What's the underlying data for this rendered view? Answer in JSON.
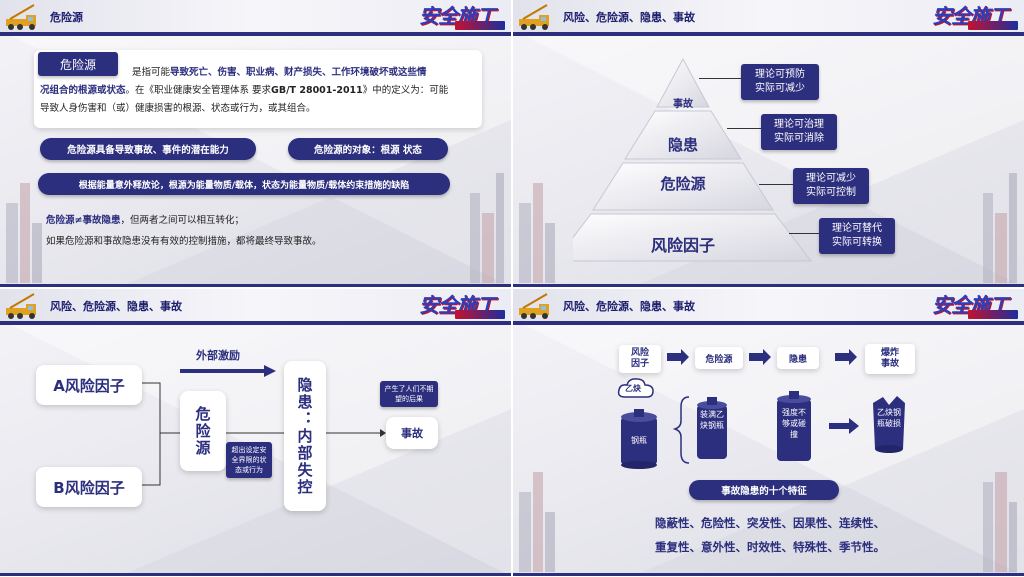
{
  "brand": {
    "logo_text": "安全施工"
  },
  "slide1": {
    "header_title": "危险源",
    "term_badge": "危险源",
    "definition_line1_pre": "是指可能",
    "definition_line1_bold": "导致死亡、伤害、职业病、财产损失、工作环境破坏或这些情",
    "definition_line2_bold": "况组合的根源或状态",
    "definition_line2_rest": "。在《职业健康安全管理体系 要求",
    "definition_standard": "GB/T 28001-2011",
    "definition_line2_end": "》中的定义为：可能",
    "definition_line3": "导致人身伤害和（或）健康损害的根源、状态或行为，或其组合。",
    "pill_left": "危险源具备导致事故、事件的潜在能力",
    "pill_right": "危险源的对象：根源  状态",
    "pill_wide": "根据能量意外释放论，根源为能量物质/载体，状态为能量物质/载体约束措施的缺陷",
    "note_line1_bold": "危险源≠事故隐患",
    "note_line1_rest": "，但两者之间可以相互转化；",
    "note_line2": "如果危险源和事故隐患没有有效的控制措施，都将最终导致事故。"
  },
  "slide2": {
    "header_title": "风险、危险源、隐患、事故",
    "levels": [
      "事故",
      "隐患",
      "危险源",
      "风险因子"
    ],
    "callouts": [
      [
        "理论可预防",
        "实际可减少"
      ],
      [
        "理论可治理",
        "实际可消除"
      ],
      [
        "理论可减少",
        "实际可控制"
      ],
      [
        "理论可替代",
        "实际可转换"
      ]
    ]
  },
  "slide3": {
    "header_title": "风险、危险源、隐患、事故",
    "factor_a": "A风险因子",
    "factor_b": "B风险因子",
    "hazard": "危险源",
    "external_trigger": "外部激励",
    "hidden_danger": "隐患：内部失控",
    "exceed_note": "超出设定安全界限的状态或行为",
    "consequence_note": "产生了人们不期望的后果",
    "accident": "事故"
  },
  "slide4": {
    "header_title": "风险、危险源、隐患、事故",
    "flow": [
      "风险因子",
      "危险源",
      "隐患",
      "爆炸事故"
    ],
    "cloud_label": "乙炔",
    "tanks": [
      "钢瓶",
      "装满乙炔钢瓶",
      "强度不够或碰撞",
      "乙炔钢瓶破损"
    ],
    "features_title": "事故隐患的十个特征",
    "features_line1": "隐蔽性、危险性、突发性、因果性、连续性、",
    "features_line2": "重复性、意外性、时效性、特殊性、季节性。"
  },
  "colors": {
    "navy": "#2c2e7e",
    "accent_red": "#c4122f",
    "logo_blue": "#2b3fb8"
  }
}
